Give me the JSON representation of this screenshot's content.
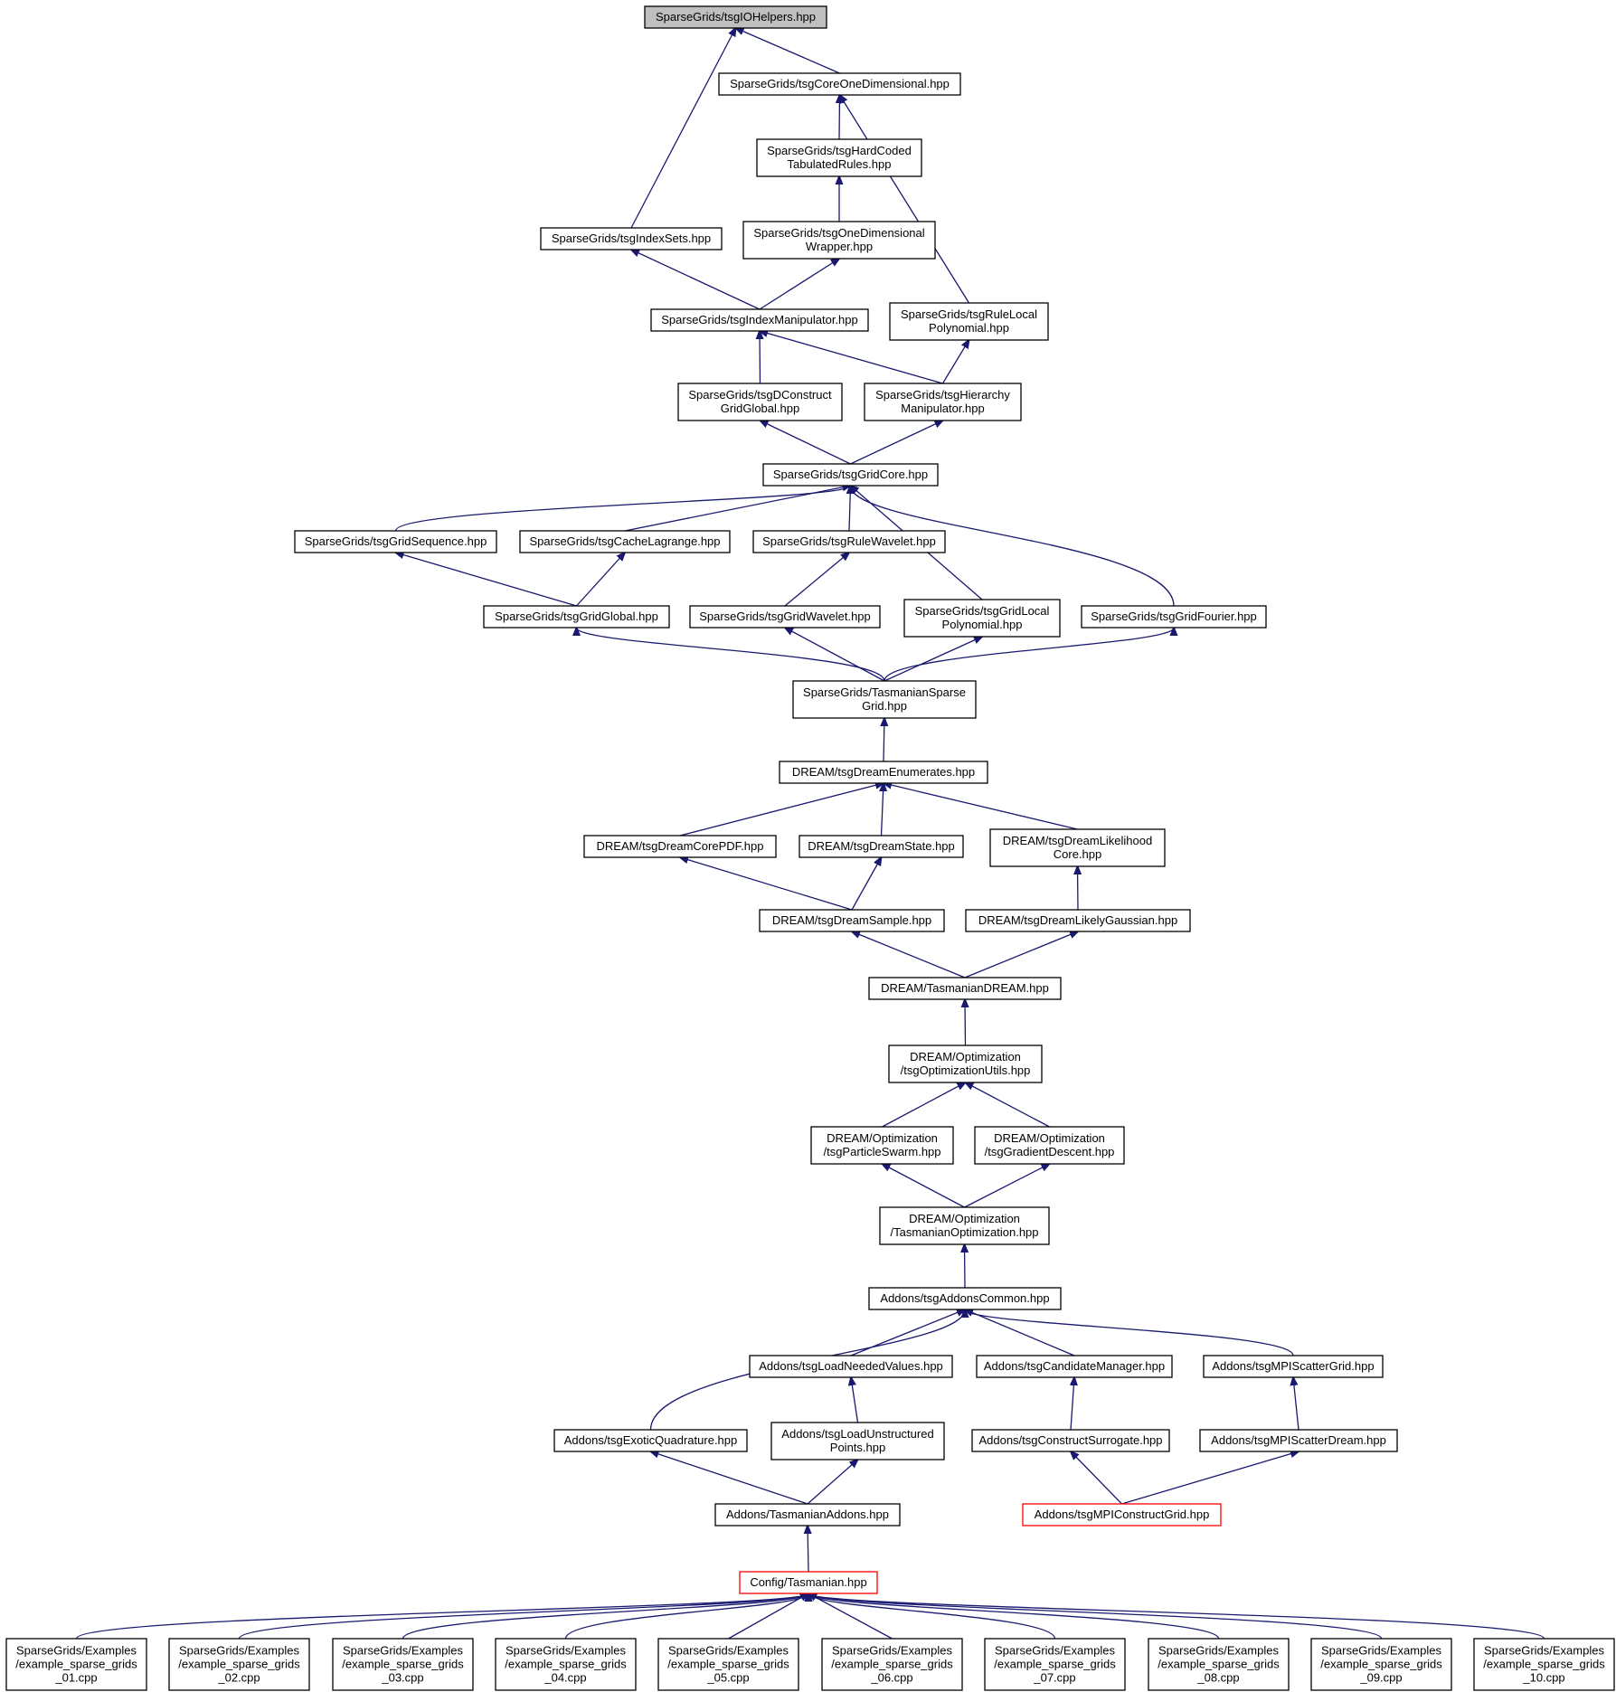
{
  "colors": {
    "edge": "#191970",
    "border": "#000000",
    "red_border": "#ff0000",
    "root_fill": "#bfbfbf",
    "node_fill": "#ffffff"
  },
  "nodes": [
    {
      "id": "n0",
      "lines": [
        "SparseGrids/tsgIOHelpers.hpp"
      ],
      "style": "root"
    },
    {
      "id": "n1",
      "lines": [
        "SparseGrids/tsgCoreOneDimensional.hpp"
      ]
    },
    {
      "id": "n2",
      "lines": [
        "SparseGrids/tsgHardCoded",
        "TabulatedRules.hpp"
      ]
    },
    {
      "id": "n3",
      "lines": [
        "SparseGrids/tsgIndexSets.hpp"
      ]
    },
    {
      "id": "n4",
      "lines": [
        "SparseGrids/tsgOneDimensional",
        "Wrapper.hpp"
      ]
    },
    {
      "id": "n5",
      "lines": [
        "SparseGrids/tsgIndexManipulator.hpp"
      ]
    },
    {
      "id": "n6",
      "lines": [
        "SparseGrids/tsgRuleLocal",
        "Polynomial.hpp"
      ]
    },
    {
      "id": "n7",
      "lines": [
        "SparseGrids/tsgDConstruct",
        "GridGlobal.hpp"
      ]
    },
    {
      "id": "n8",
      "lines": [
        "SparseGrids/tsgHierarchy",
        "Manipulator.hpp"
      ]
    },
    {
      "id": "n9",
      "lines": [
        "SparseGrids/tsgGridCore.hpp"
      ]
    },
    {
      "id": "n10",
      "lines": [
        "SparseGrids/tsgGridSequence.hpp"
      ]
    },
    {
      "id": "n11",
      "lines": [
        "SparseGrids/tsgCacheLagrange.hpp"
      ]
    },
    {
      "id": "n12",
      "lines": [
        "SparseGrids/tsgRuleWavelet.hpp"
      ]
    },
    {
      "id": "n13",
      "lines": [
        "SparseGrids/tsgGridGlobal.hpp"
      ]
    },
    {
      "id": "n14",
      "lines": [
        "SparseGrids/tsgGridWavelet.hpp"
      ]
    },
    {
      "id": "n15",
      "lines": [
        "SparseGrids/tsgGridLocal",
        "Polynomial.hpp"
      ]
    },
    {
      "id": "n16",
      "lines": [
        "SparseGrids/tsgGridFourier.hpp"
      ]
    },
    {
      "id": "n17",
      "lines": [
        "SparseGrids/TasmanianSparse",
        "Grid.hpp"
      ]
    },
    {
      "id": "n18",
      "lines": [
        "DREAM/tsgDreamEnumerates.hpp"
      ]
    },
    {
      "id": "n19",
      "lines": [
        "DREAM/tsgDreamCorePDF.hpp"
      ]
    },
    {
      "id": "n20",
      "lines": [
        "DREAM/tsgDreamState.hpp"
      ]
    },
    {
      "id": "n21",
      "lines": [
        "DREAM/tsgDreamLikelihood",
        "Core.hpp"
      ]
    },
    {
      "id": "n22",
      "lines": [
        "DREAM/tsgDreamSample.hpp"
      ]
    },
    {
      "id": "n23",
      "lines": [
        "DREAM/tsgDreamLikelyGaussian.hpp"
      ]
    },
    {
      "id": "n24",
      "lines": [
        "DREAM/TasmanianDREAM.hpp"
      ]
    },
    {
      "id": "n25",
      "lines": [
        "DREAM/Optimization",
        "/tsgOptimizationUtils.hpp"
      ]
    },
    {
      "id": "n26",
      "lines": [
        "DREAM/Optimization",
        "/tsgParticleSwarm.hpp"
      ]
    },
    {
      "id": "n27",
      "lines": [
        "DREAM/Optimization",
        "/tsgGradientDescent.hpp"
      ]
    },
    {
      "id": "n28",
      "lines": [
        "DREAM/Optimization",
        "/TasmanianOptimization.hpp"
      ]
    },
    {
      "id": "n29",
      "lines": [
        "Addons/tsgAddonsCommon.hpp"
      ]
    },
    {
      "id": "n30",
      "lines": [
        "Addons/tsgLoadNeededValues.hpp"
      ]
    },
    {
      "id": "n31",
      "lines": [
        "Addons/tsgCandidateManager.hpp"
      ]
    },
    {
      "id": "n32",
      "lines": [
        "Addons/tsgMPIScatterGrid.hpp"
      ]
    },
    {
      "id": "n33",
      "lines": [
        "Addons/tsgExoticQuadrature.hpp"
      ]
    },
    {
      "id": "n34",
      "lines": [
        "Addons/tsgLoadUnstructured",
        "Points.hpp"
      ]
    },
    {
      "id": "n35",
      "lines": [
        "Addons/tsgConstructSurrogate.hpp"
      ]
    },
    {
      "id": "n36",
      "lines": [
        "Addons/tsgMPIScatterDream.hpp"
      ]
    },
    {
      "id": "n37",
      "lines": [
        "Addons/TasmanianAddons.hpp"
      ]
    },
    {
      "id": "n38",
      "lines": [
        "Addons/tsgMPIConstructGrid.hpp"
      ],
      "style": "red"
    },
    {
      "id": "n39",
      "lines": [
        "Config/Tasmanian.hpp"
      ],
      "style": "red"
    },
    {
      "id": "n40",
      "lines": [
        "SparseGrids/Examples",
        "/example_sparse_grids",
        "_01.cpp"
      ]
    },
    {
      "id": "n41",
      "lines": [
        "SparseGrids/Examples",
        "/example_sparse_grids",
        "_02.cpp"
      ]
    },
    {
      "id": "n42",
      "lines": [
        "SparseGrids/Examples",
        "/example_sparse_grids",
        "_03.cpp"
      ]
    },
    {
      "id": "n43",
      "lines": [
        "SparseGrids/Examples",
        "/example_sparse_grids",
        "_04.cpp"
      ]
    },
    {
      "id": "n44",
      "lines": [
        "SparseGrids/Examples",
        "/example_sparse_grids",
        "_05.cpp"
      ]
    },
    {
      "id": "n45",
      "lines": [
        "SparseGrids/Examples",
        "/example_sparse_grids",
        "_06.cpp"
      ]
    },
    {
      "id": "n46",
      "lines": [
        "SparseGrids/Examples",
        "/example_sparse_grids",
        "_07.cpp"
      ]
    },
    {
      "id": "n47",
      "lines": [
        "SparseGrids/Examples",
        "/example_sparse_grids",
        "_08.cpp"
      ]
    },
    {
      "id": "n48",
      "lines": [
        "SparseGrids/Examples",
        "/example_sparse_grids",
        "_09.cpp"
      ]
    },
    {
      "id": "n49",
      "lines": [
        "SparseGrids/Examples",
        "/example_sparse_grids",
        "_10.cpp"
      ]
    }
  ],
  "edges": [
    [
      "n0",
      "n1"
    ],
    [
      "n0",
      "n3"
    ],
    [
      "n1",
      "n2"
    ],
    [
      "n1",
      "n6"
    ],
    [
      "n2",
      "n4"
    ],
    [
      "n3",
      "n5"
    ],
    [
      "n4",
      "n5"
    ],
    [
      "n5",
      "n7"
    ],
    [
      "n5",
      "n8"
    ],
    [
      "n6",
      "n8"
    ],
    [
      "n7",
      "n9"
    ],
    [
      "n8",
      "n9"
    ],
    [
      "n9",
      "n10"
    ],
    [
      "n9",
      "n11"
    ],
    [
      "n9",
      "n12"
    ],
    [
      "n9",
      "n15"
    ],
    [
      "n9",
      "n16"
    ],
    [
      "n10",
      "n13"
    ],
    [
      "n11",
      "n13"
    ],
    [
      "n12",
      "n14"
    ],
    [
      "n13",
      "n17"
    ],
    [
      "n14",
      "n17"
    ],
    [
      "n15",
      "n17"
    ],
    [
      "n16",
      "n17"
    ],
    [
      "n17",
      "n18"
    ],
    [
      "n18",
      "n19"
    ],
    [
      "n18",
      "n20"
    ],
    [
      "n18",
      "n21"
    ],
    [
      "n19",
      "n22"
    ],
    [
      "n20",
      "n22"
    ],
    [
      "n21",
      "n23"
    ],
    [
      "n22",
      "n24"
    ],
    [
      "n23",
      "n24"
    ],
    [
      "n24",
      "n25"
    ],
    [
      "n25",
      "n26"
    ],
    [
      "n25",
      "n27"
    ],
    [
      "n26",
      "n28"
    ],
    [
      "n27",
      "n28"
    ],
    [
      "n28",
      "n29"
    ],
    [
      "n29",
      "n33"
    ],
    [
      "n29",
      "n30"
    ],
    [
      "n29",
      "n31"
    ],
    [
      "n29",
      "n32"
    ],
    [
      "n30",
      "n34"
    ],
    [
      "n31",
      "n35"
    ],
    [
      "n32",
      "n36"
    ],
    [
      "n33",
      "n37"
    ],
    [
      "n34",
      "n37"
    ],
    [
      "n35",
      "n38"
    ],
    [
      "n36",
      "n38"
    ],
    [
      "n37",
      "n39"
    ],
    [
      "n39",
      "n40"
    ],
    [
      "n39",
      "n41"
    ],
    [
      "n39",
      "n42"
    ],
    [
      "n39",
      "n43"
    ],
    [
      "n39",
      "n44"
    ],
    [
      "n39",
      "n45"
    ],
    [
      "n39",
      "n46"
    ],
    [
      "n39",
      "n47"
    ],
    [
      "n39",
      "n48"
    ],
    [
      "n39",
      "n49"
    ]
  ]
}
